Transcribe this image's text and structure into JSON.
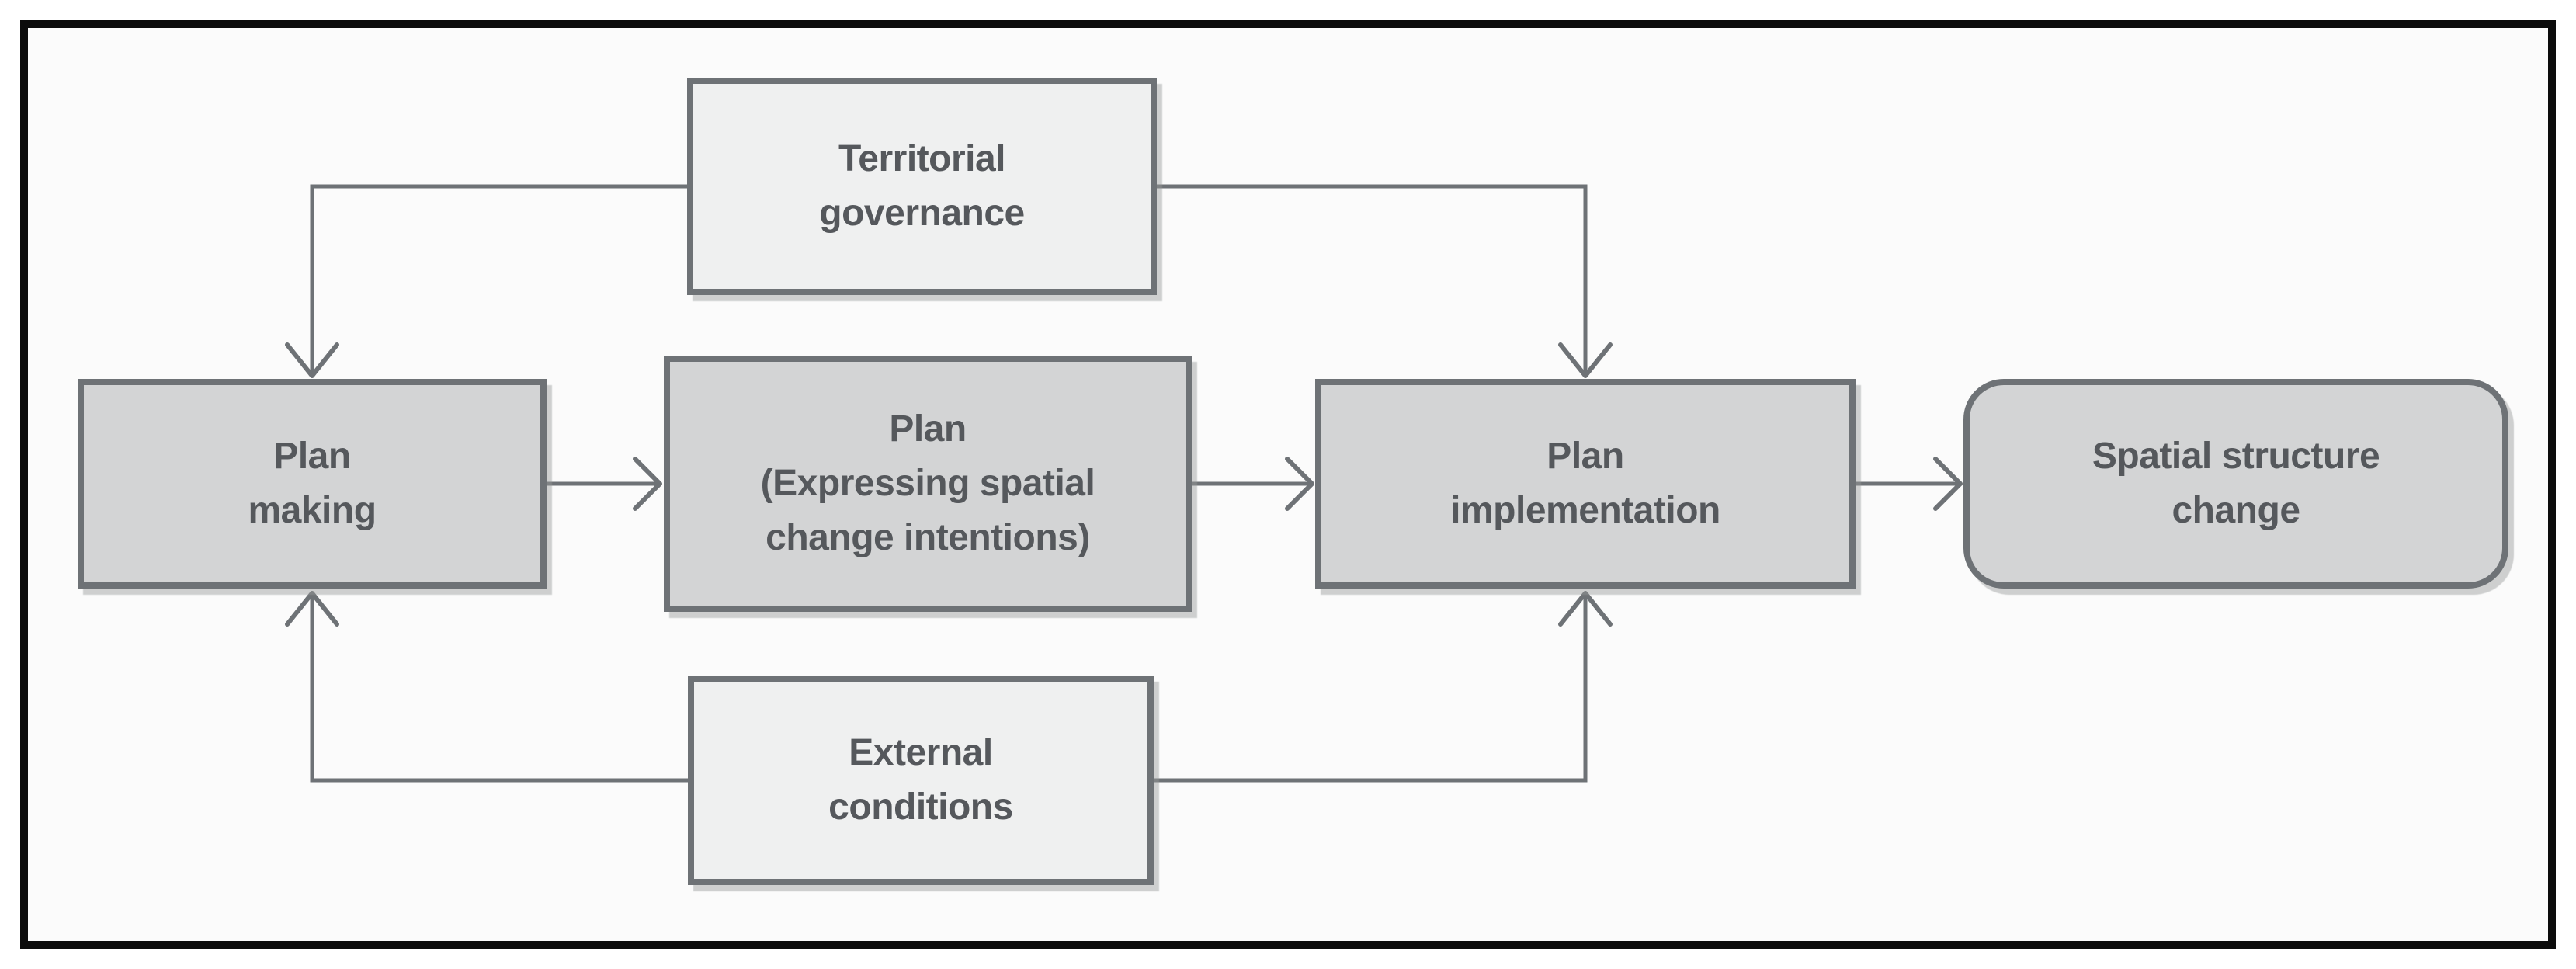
{
  "diagram": {
    "type": "flowchart",
    "description": "Planning process flow: territorial governance and external conditions influence plan making and plan implementation, leading to spatial structure change"
  },
  "nodes": {
    "territorial_governance": {
      "label": "Territorial\ngovernance",
      "style": "light-box"
    },
    "plan_making": {
      "label": "Plan\nmaking",
      "style": "dark-box"
    },
    "plan": {
      "label": "Plan\n(Expressing spatial\nchange intentions)",
      "style": "dark-box"
    },
    "plan_implementation": {
      "label": "Plan\nimplementation",
      "style": "dark-box"
    },
    "spatial_structure_change": {
      "label": "Spatial structure\nchange",
      "style": "dark-rounded-box"
    },
    "external_conditions": {
      "label": "External\nconditions",
      "style": "light-box"
    }
  },
  "edges": [
    {
      "from": "territorial_governance",
      "to": "plan_making"
    },
    {
      "from": "territorial_governance",
      "to": "plan_implementation"
    },
    {
      "from": "external_conditions",
      "to": "plan_making"
    },
    {
      "from": "external_conditions",
      "to": "plan_implementation"
    },
    {
      "from": "plan_making",
      "to": "plan"
    },
    {
      "from": "plan",
      "to": "plan_implementation"
    },
    {
      "from": "plan_implementation",
      "to": "spatial_structure_change"
    }
  ],
  "colors": {
    "frame_border": "#0c0c0c",
    "canvas_background": "#fbfbfb",
    "light_box_fill": "#eff0f0",
    "dark_box_fill": "#d3d4d5",
    "box_border": "#6e7276",
    "connector_stroke": "#6e7276",
    "text": "#55585c"
  }
}
